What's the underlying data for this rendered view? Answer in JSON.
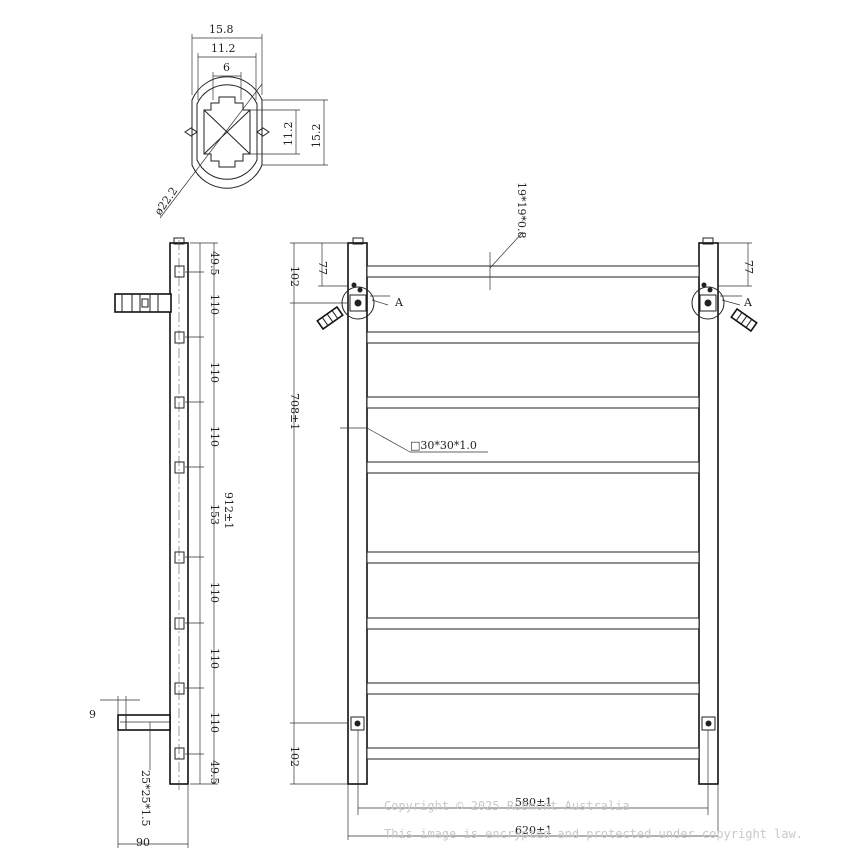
{
  "section_view": {
    "dim_width_outer": "15.8",
    "dim_width_inner": "11.2",
    "dim_slot": "6",
    "dim_height_inner": "11.2",
    "dim_height_outer": "15.2",
    "dim_diameter": "ø22.2"
  },
  "side_view": {
    "dim_top": "49.5",
    "spacings": [
      "110",
      "110",
      "110",
      "153",
      "110",
      "110",
      "110"
    ],
    "dim_bottom": "49.5",
    "dim_total_height": "912±1",
    "dim_offset": "9",
    "dim_bracket": "25*25*1.5",
    "dim_depth": "90"
  },
  "front_view": {
    "bar_spec": "19*19*0.8",
    "post_spec": "□30*30*1.0",
    "dim_top_left": "102",
    "dim_top_inner_left": "77",
    "dim_top_right": "77",
    "dim_mount_height": "708±1",
    "dim_bottom_left": "102",
    "section_marker_left": "A",
    "section_marker_right": "A",
    "dim_inner_width": "580±1",
    "dim_outer_width": "620±1"
  },
  "watermark": {
    "line1": "Copyright © 2025 Rubmont Australia",
    "line2": "This image is encrypted and protected under copyright law."
  }
}
